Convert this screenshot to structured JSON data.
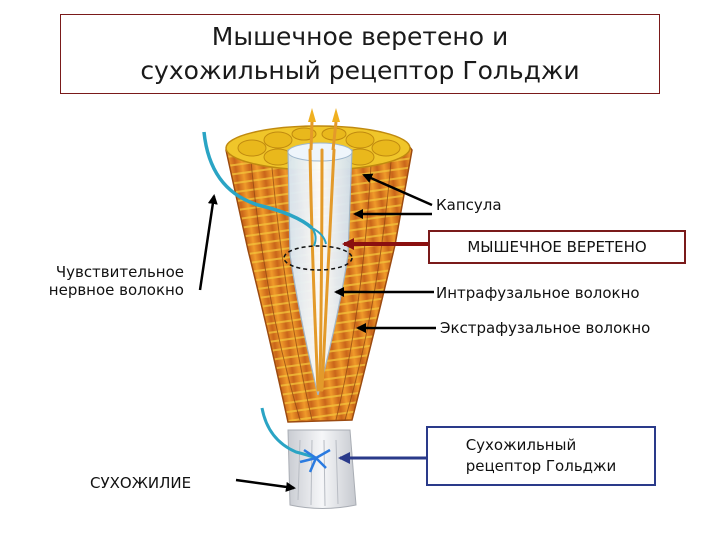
{
  "title": "Мышечное веретено и\nсухожильный рецептор Гольджи",
  "labels": {
    "capsule": "Капсула",
    "muscle_spindle": "МЫШЕЧНОЕ ВЕРЕТЕНО",
    "sensory_fiber": "Чувствительное\nнервное волокно",
    "intrafusal": "Интрафузальное волокно",
    "extrafusal": "Экстрафузальное волокно",
    "golgi_receptor": "Сухожильный\nрецептор Гольджи",
    "tendon": "СУХОЖИЛИЕ"
  },
  "colors": {
    "muscle_fiber": "#e8891c",
    "fiber_stripe": "#f3c43a",
    "fiber_top": "#f0c62a",
    "tendon": "#e4e6ea",
    "nerve": "#2aa4c4",
    "golgi_nerve": "#2b7be0",
    "spindle_capsule": "#e7f1fa",
    "frame": "#7a1a1a",
    "golgi_frame": "#2a3a8a",
    "arrow_black": "#000000",
    "arrow_red": "#8a1010",
    "arrow_blue": "#2a3a8a"
  }
}
